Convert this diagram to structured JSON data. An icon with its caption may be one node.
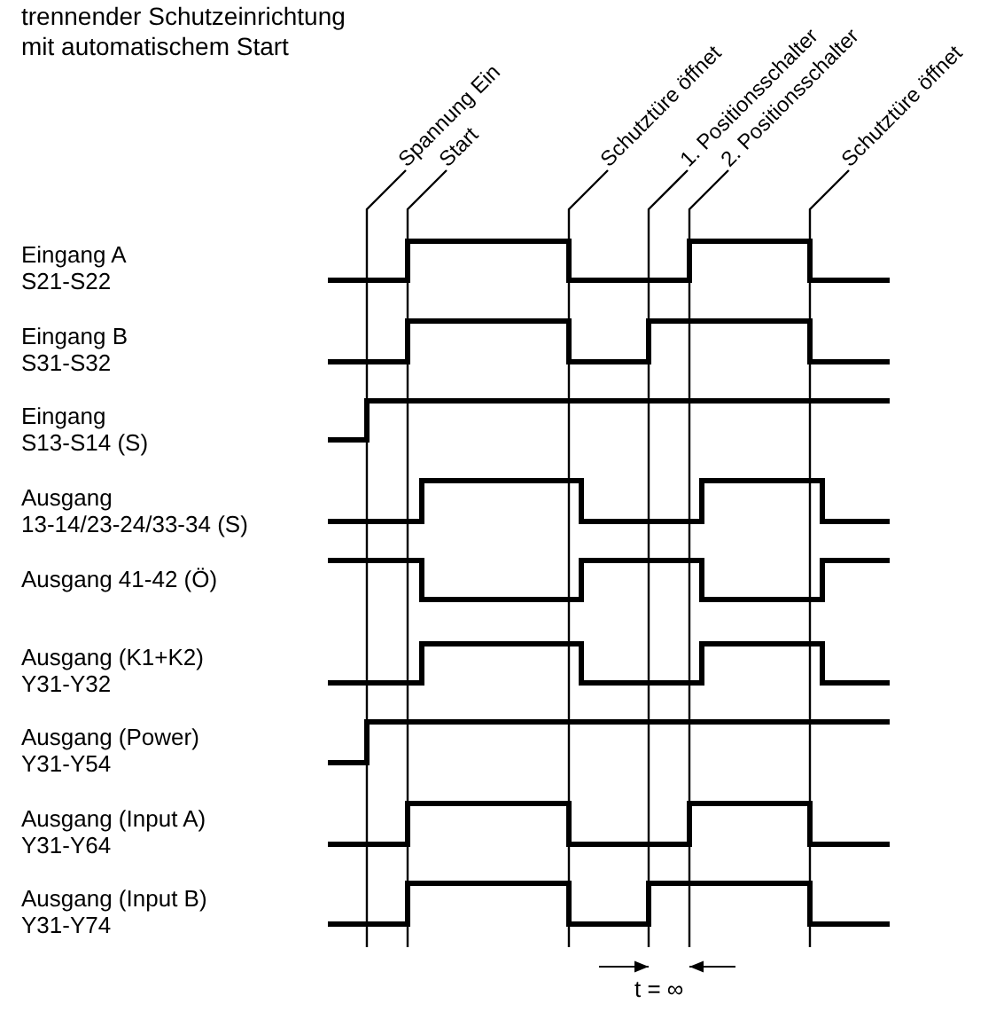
{
  "diagram": {
    "title": "trennender Schutzeinrichtung mit automatischem Start",
    "labels": [
      "Spannung Ein",
      "Start",
      "Schutztüre öffnet",
      "1. Positionsschalter",
      "2. Positionsschalter",
      "Schutztüre öffnet",
      "Eingang A S21-S22",
      "Eingang B S31-S32",
      "Eingang S13-S14 (S)",
      "Ausgang 13-14/23-24/33-34 (S)",
      "Ausgang 41-42 (Ö)",
      "Ausgang (K1+K2) Y31-Y32",
      "Ausgang (Power) Y31-Y54",
      "Ausgang (Input A) Y31-Y64",
      "Ausgang (Input B) Y31-Y74",
      "t = ∞"
    ]
  }
}
